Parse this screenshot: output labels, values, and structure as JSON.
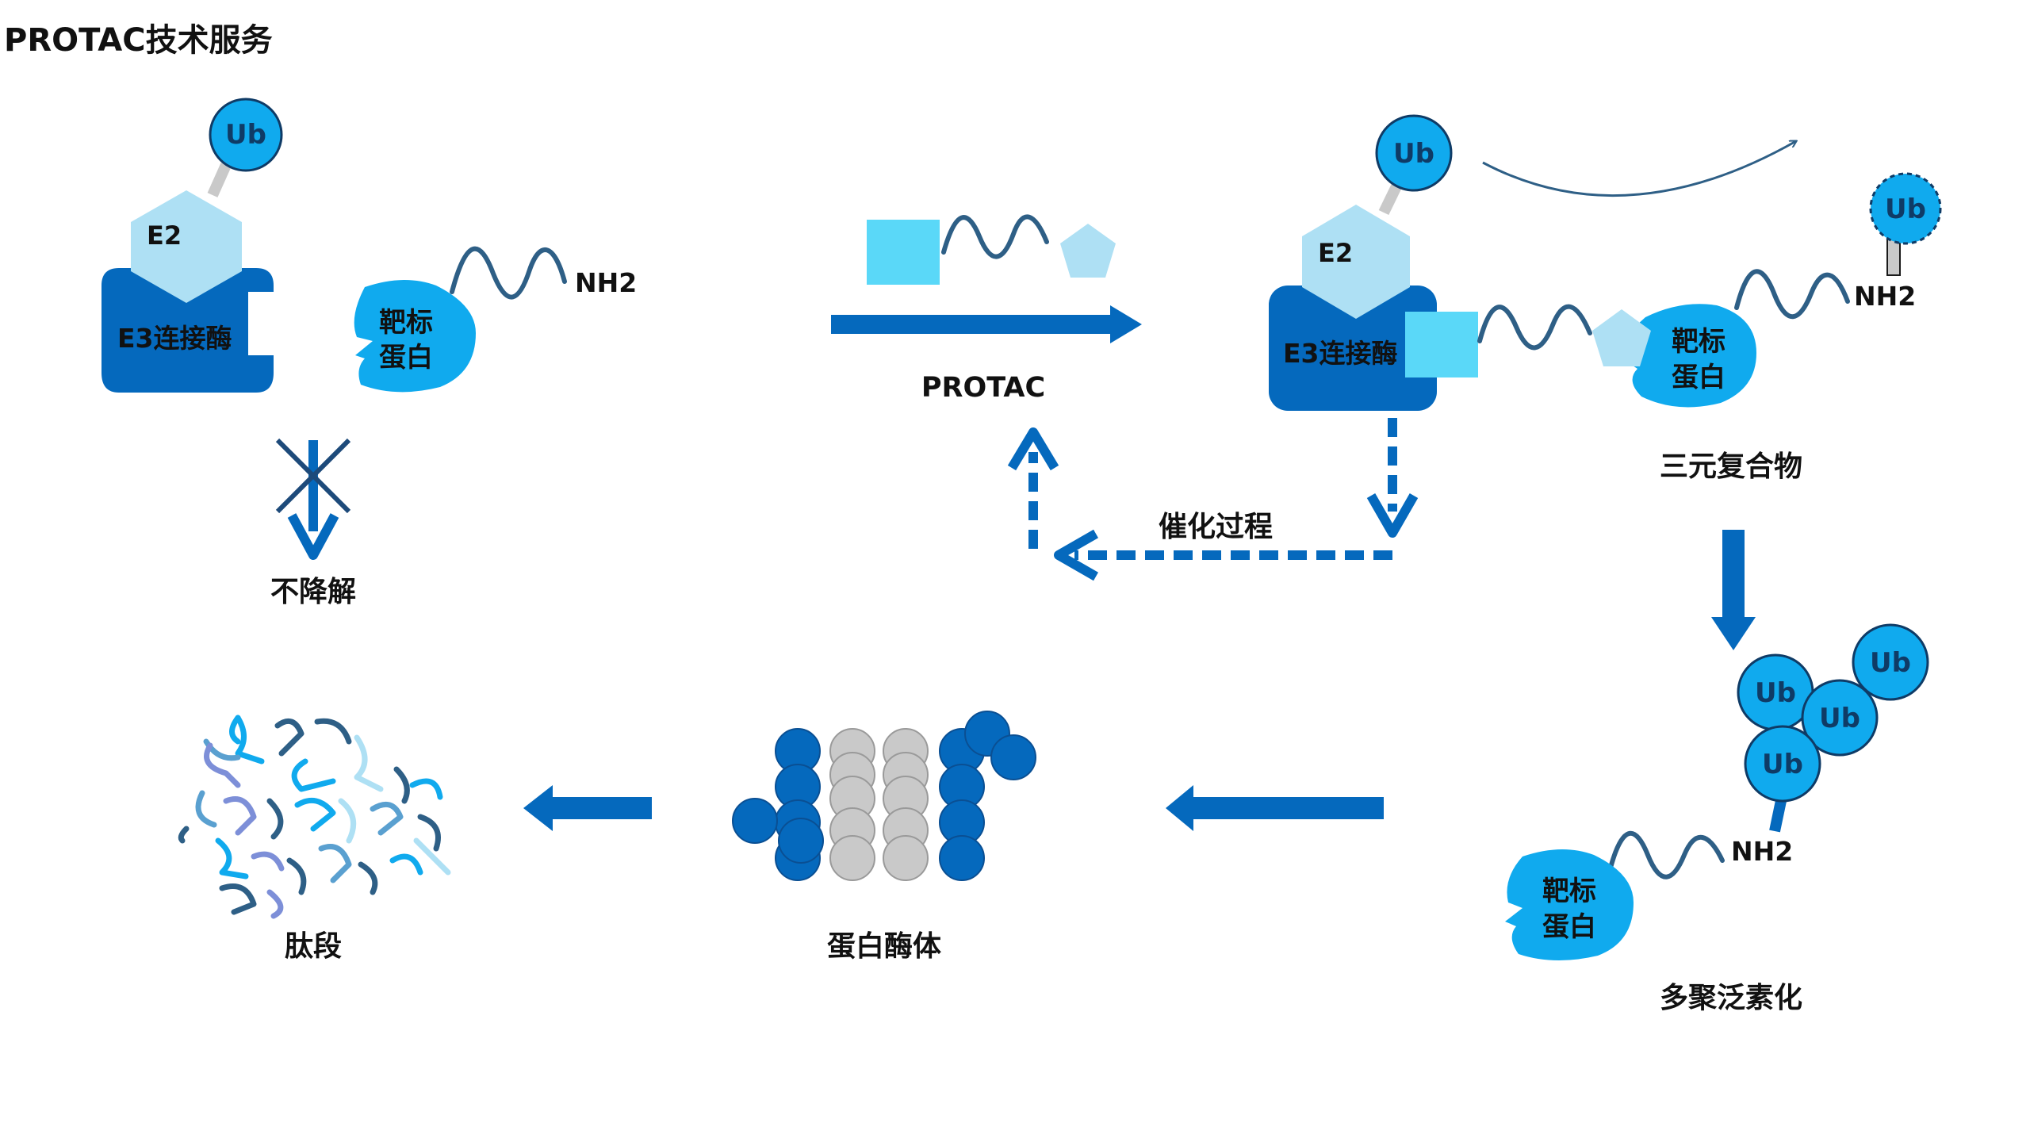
{
  "title": "PROTAC技术服务",
  "colors": {
    "dark_blue": "#0569bd",
    "ub_blue": "#10aaee",
    "e2_light": "#aee0f4",
    "cyan_square": "#5ad8f8",
    "pentagon": "#aee0f4",
    "wave": "#2e5f86",
    "gray": "#c9c9c9"
  },
  "left_panel": {
    "ub": "Ub",
    "e2": "E2",
    "e3": "E3连接酶",
    "target": [
      "靶标",
      "蛋白"
    ],
    "nh2": "NH2",
    "result": "不降解"
  },
  "protac_label": "PROTAC",
  "ternary": {
    "ub": "Ub",
    "ub_free": "Ub",
    "e2": "E2",
    "e3": "E3连接酶",
    "target": [
      "靶标",
      "蛋白"
    ],
    "nh2": "NH2",
    "caption": "三元复合物"
  },
  "catalysis_label": "催化过程",
  "polyub": {
    "ubs": [
      "Ub",
      "Ub",
      "Ub",
      "Ub"
    ],
    "nh2": "NH2",
    "target": [
      "靶标",
      "蛋白"
    ],
    "caption": "多聚泛素化"
  },
  "proteasome_label": "蛋白酶体",
  "peptides_label": "肽段"
}
